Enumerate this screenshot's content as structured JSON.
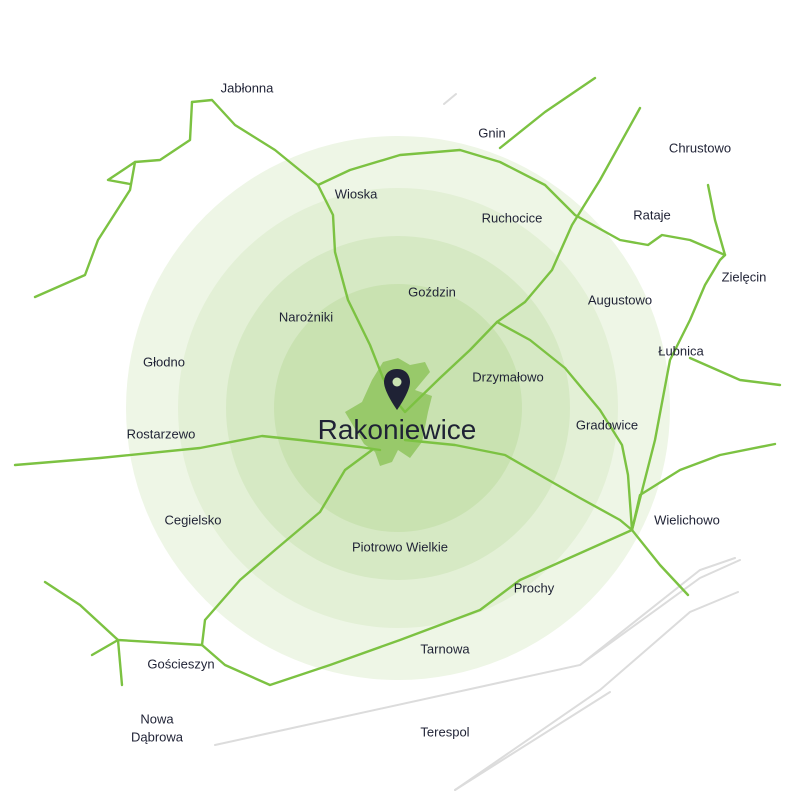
{
  "map": {
    "center_town": "Rakoniewice",
    "towns": [
      {
        "id": "jablonna",
        "name": "Jabłonna"
      },
      {
        "id": "gnin",
        "name": "Gnin"
      },
      {
        "id": "chrustowo",
        "name": "Chrustowo"
      },
      {
        "id": "wioska",
        "name": "Wioska"
      },
      {
        "id": "ruchocice",
        "name": "Ruchocice"
      },
      {
        "id": "rataje",
        "name": "Rataje"
      },
      {
        "id": "zielecin",
        "name": "Zielęcin"
      },
      {
        "id": "gozdzin",
        "name": "Goździn"
      },
      {
        "id": "augustowo",
        "name": "Augustowo"
      },
      {
        "id": "narozniki",
        "name": "Narożniki"
      },
      {
        "id": "lubnica",
        "name": "Łubnica"
      },
      {
        "id": "glodno",
        "name": "Głodno"
      },
      {
        "id": "drzymalowo",
        "name": "Drzymałowo"
      },
      {
        "id": "gradowice",
        "name": "Gradowice"
      },
      {
        "id": "rostarzewo",
        "name": "Rostarzewo"
      },
      {
        "id": "cegielsko",
        "name": "Cegielsko"
      },
      {
        "id": "wielichowo",
        "name": "Wielichowo"
      },
      {
        "id": "piotrowo_wielkie",
        "name": "Piotrowo Wielkie"
      },
      {
        "id": "prochy",
        "name": "Prochy"
      },
      {
        "id": "goscieszyn",
        "name": "Gościeszyn"
      },
      {
        "id": "tarnowa",
        "name": "Tarnowa"
      },
      {
        "id": "nowa_dabrowa_1",
        "name": "Nowa"
      },
      {
        "id": "nowa_dabrowa_2",
        "name": "Dąbrowa"
      },
      {
        "id": "terespol",
        "name": "Terespol"
      }
    ],
    "colors": {
      "road": "#7cc242",
      "ring_1": "#eef6e6",
      "ring_2": "#e3f0d6",
      "ring_3": "#d6e9c4",
      "ring_4": "#c9e2b1",
      "town_shape": "#98c96a",
      "marker": "#1f2235",
      "rail": "#dcdcdc"
    }
  }
}
